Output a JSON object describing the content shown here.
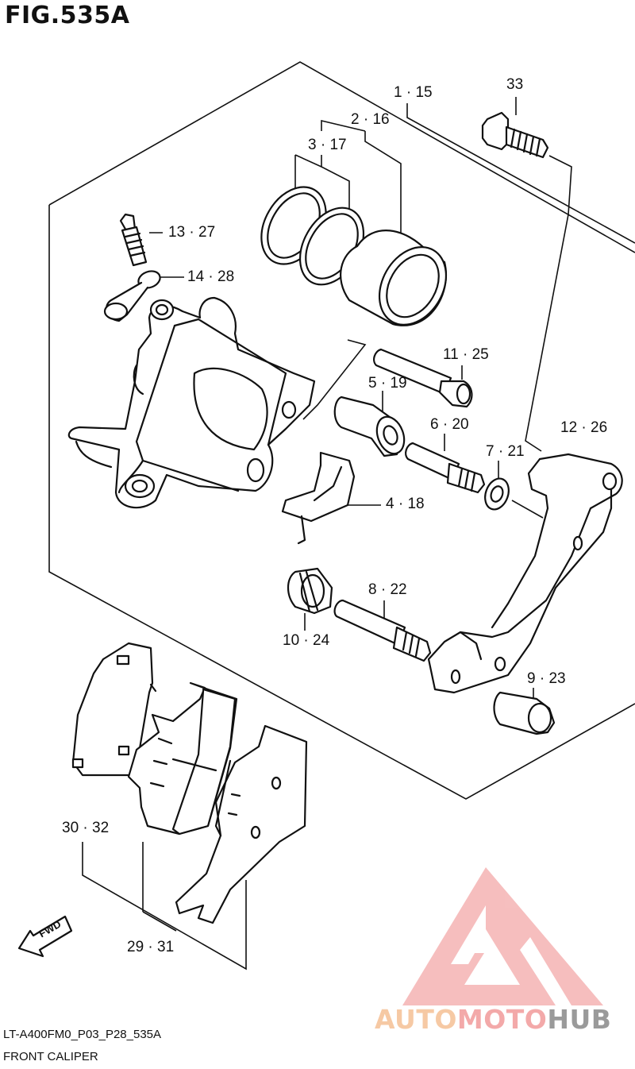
{
  "figure": {
    "title": "FIG.535A",
    "code": "LT-A400FM0_P03_P28_535A",
    "caption": "FRONT CALIPER"
  },
  "callouts": {
    "c1": "1 · 15",
    "c2": "2 · 16",
    "c3": "3 · 17",
    "c33": "33",
    "c13": "13 · 27",
    "c14": "14 · 28",
    "c11": "11 · 25",
    "c5": "5 · 19",
    "c6": "6 · 20",
    "c7": "7 · 21",
    "c12": "12 · 26",
    "c4": "4 · 18",
    "c8": "8 · 22",
    "c10": "10 · 24",
    "c9": "9 · 23",
    "c30": "30 · 32",
    "c29": "29 · 31",
    "fwd": "FWD"
  },
  "watermark": {
    "part1": "AUTO",
    "part2": "MOTO",
    "part3": "HUB",
    "color_orange": "#f6c9a4",
    "color_red": "#f3a9a9",
    "color_gray": "#9a9a9a"
  }
}
